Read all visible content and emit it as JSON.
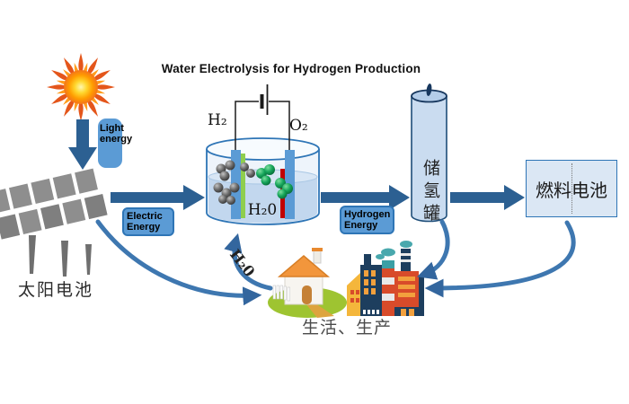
{
  "title": "Water Electrolysis for Hydrogen Production",
  "badges": {
    "light_energy": "Light\nenergy",
    "electric_energy": "Electric\nEnergy",
    "hydrogen_energy": "Hydrogen\nEnergy"
  },
  "nodes": {
    "solar_cell": "太阳电池",
    "storage_tank": "储氢罐",
    "fuel_cell": "燃料电池",
    "life_production": "生活、生产"
  },
  "chemistry": {
    "hydrogen": "H₂",
    "oxygen": "O₂",
    "water_in_tank": "H₂0",
    "water_return": "H₂0"
  },
  "colors": {
    "block_arrow": "#2c6092",
    "curved_arrow": "#3e77b0",
    "badge_fill": "#5b9bd5",
    "badge_border": "#2e75b6",
    "beaker_outline": "#2e75b6",
    "water": "#c2d7ee",
    "electrode_blue": "#5b9bd5",
    "electrode_green": "#8fce4e",
    "electrode_red": "#c00000",
    "hydrogen_molecule_gray": "#5a5a5a",
    "oxygen_molecule_green": "#0f9d58",
    "storage_tank_fill": "#cadcf0",
    "storage_tank_outline": "#1f4e79",
    "fuel_cell_fill": "#dbe7f4",
    "sun_core": "#ffd72e",
    "sun_rays": "#e4561b"
  }
}
